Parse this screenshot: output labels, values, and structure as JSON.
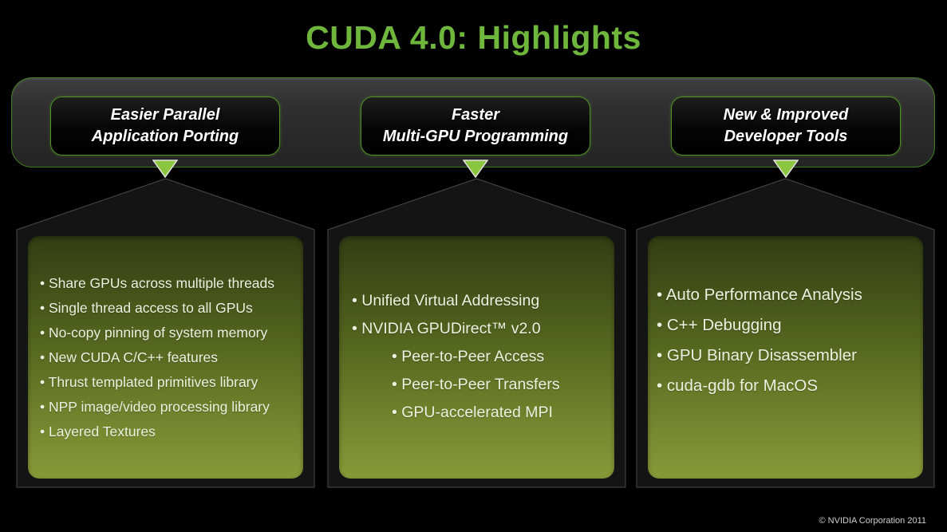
{
  "slide": {
    "title": "CUDA 4.0: Highlights",
    "footer": "© NVIDIA Corporation 2011"
  },
  "bullet_glyph": "•",
  "colors": {
    "title_green": "#6FB63C",
    "arrow_green": "#8CC63F",
    "border_green": "#3F7D1F",
    "box_border_green": "#4D9422",
    "panel_green_top": "#323D13",
    "panel_green_bottom": "#879A38",
    "bullet_text": "#EEF0E0"
  },
  "pillars": [
    {
      "header": "Easier  Parallel\nApplication Porting",
      "bullets": [
        {
          "text": "Share GPUs across multiple threads",
          "indent": false
        },
        {
          "text": "Single thread access to all GPUs",
          "indent": false
        },
        {
          "text": "No-copy pinning of system memory",
          "indent": false
        },
        {
          "text": "New CUDA C/C++ features",
          "indent": false
        },
        {
          "text": "Thrust templated primitives library",
          "indent": false
        },
        {
          "text": "NPP image/video processing library",
          "indent": false
        },
        {
          "text": "Layered Textures",
          "indent": false
        }
      ]
    },
    {
      "header": "Faster\nMulti-GPU Programming",
      "bullets": [
        {
          "text": "Unified Virtual Addressing",
          "indent": false
        },
        {
          "text": "NVIDIA GPUDirect™ v2.0",
          "indent": false
        },
        {
          "text": "Peer-to-Peer Access",
          "indent": true
        },
        {
          "text": "Peer-to-Peer Transfers",
          "indent": true
        },
        {
          "text": "GPU-accelerated MPI",
          "indent": true
        }
      ]
    },
    {
      "header": "New & Improved\nDeveloper Tools",
      "bullets": [
        {
          "text": "Auto Performance Analysis",
          "indent": false
        },
        {
          "text": "C++ Debugging",
          "indent": false
        },
        {
          "text": "GPU Binary Disassembler",
          "indent": false
        },
        {
          "text": "cuda-gdb for MacOS",
          "indent": false
        }
      ]
    }
  ]
}
